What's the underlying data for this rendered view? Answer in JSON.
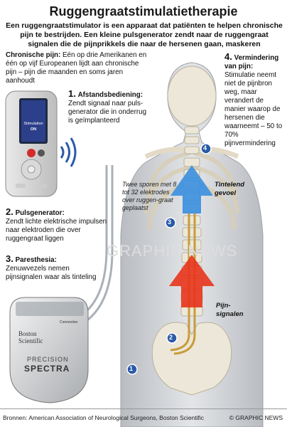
{
  "title": "Ruggengraatstimulatietherapie",
  "intro": "Een ruggengraatstimulator is een apparaat dat patiënten te helpen chronische pijn te bestrijden. Een kleine pulsgenerator zendt naar de ruggengraat signalen die de pijnprikkels die naar de hersenen gaan, maskeren",
  "chronic_pain": {
    "heading": "Chronische pijn:",
    "text": " Eén op drie Amerikanen en één op vijf Europeanen lijdt aan chronische pijn – pijn die maanden en soms jaren aanhoudt"
  },
  "steps": {
    "s1": {
      "num": "1.",
      "heading": "Afstandsbediening:",
      "text": "Zendt signaal naar puls-generator die in onderrug is geïmplanteerd"
    },
    "s2": {
      "num": "2.",
      "heading": "Pulsgenerator:",
      "text": "Zendt lichte elektrische impulsen naar elektroden die over ruggengraat liggen"
    },
    "s3": {
      "num": "3.",
      "heading": "Paresthesia:",
      "text": "Zenuwvezels nemen pijnsignalen waar als tinteling"
    },
    "s4": {
      "num": "4.",
      "heading": "Vermindering van pijn:",
      "text": "Stimulatie neemt niet de pijnbron weg, maar verandert de manier waarop de hersenen die waarneemt – 50 to 70% pijnvermindering"
    }
  },
  "remote": {
    "screen_line1": "Stimulation",
    "screen_line2": "ON"
  },
  "electrode_note": "Twee sporen met 8 tot 32 elektrodes over ruggen-graat geplaatst",
  "label_tingling": "Tintelend gevoel",
  "label_pain": "Pijn-signalen",
  "watermark": "GRAPHIC NEWS",
  "generator": {
    "brand": "Boston Scientific",
    "model1": "PRECISION",
    "model2": "SPECTRA",
    "connection": "Connection"
  },
  "badges": [
    "1",
    "2",
    "3",
    "4"
  ],
  "footer": {
    "sources": "Bronnen: American Association of Neurological Surgeons, Boston Scientific",
    "credit": "© GRAPHIC NEWS"
  },
  "colors": {
    "badge": "#2a5aa8",
    "arrow_up": "#3a8fe0",
    "arrow_pain": "#e8341c",
    "skin": "#c9ccd0",
    "bone": "#ece7d8"
  }
}
